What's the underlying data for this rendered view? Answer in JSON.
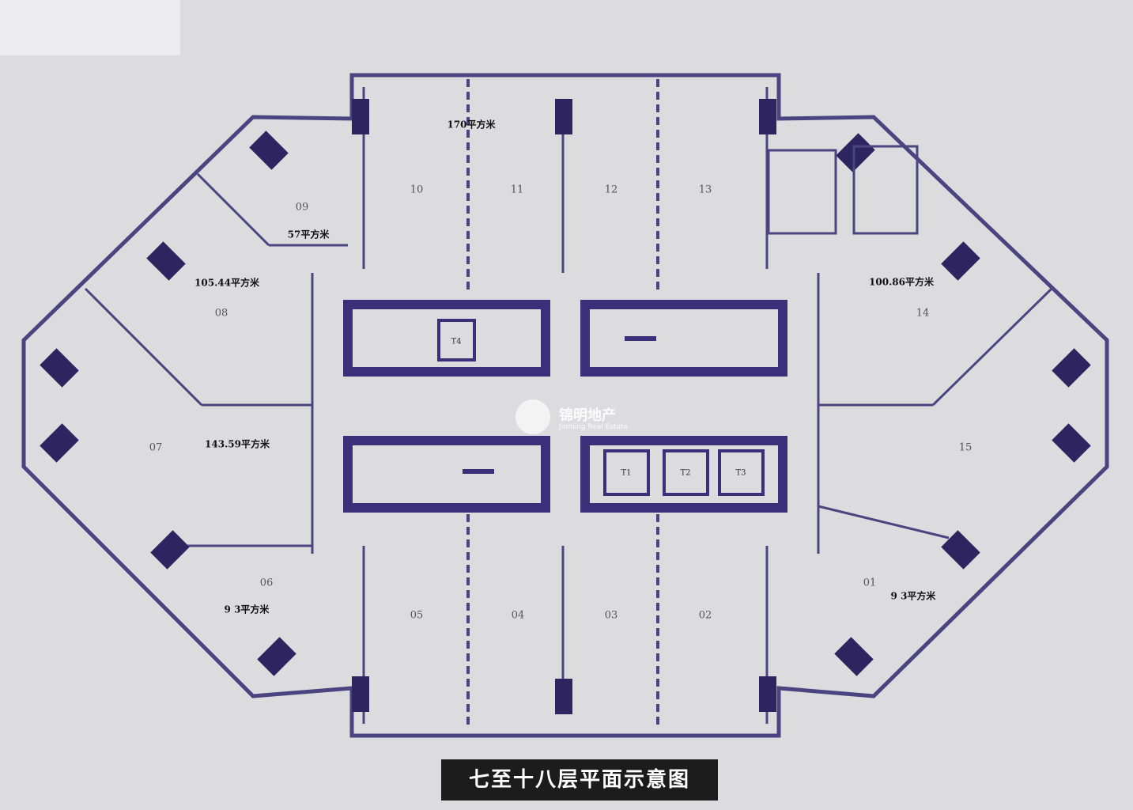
{
  "title": "七至十八层平面示意图",
  "watermark": {
    "cn": "锦明地产",
    "en": "Jinming Real Estate"
  },
  "colors": {
    "wall": "#4a4580",
    "column": "#2e2560",
    "background": "#dcdcde"
  },
  "units": [
    {
      "id": "01",
      "area": "9 3平方米"
    },
    {
      "id": "02"
    },
    {
      "id": "03"
    },
    {
      "id": "04"
    },
    {
      "id": "05"
    },
    {
      "id": "06",
      "area": "9 3平方米"
    },
    {
      "id": "07",
      "area": "143.59平方米"
    },
    {
      "id": "08",
      "area": "105.44平方米"
    },
    {
      "id": "09",
      "area": "57平方米"
    },
    {
      "id": "10"
    },
    {
      "id": "11",
      "area": "170平方米"
    },
    {
      "id": "12"
    },
    {
      "id": "13"
    },
    {
      "id": "14",
      "area": "100.86平方米"
    },
    {
      "id": "15"
    }
  ],
  "elevators": [
    "T1",
    "T2",
    "T3",
    "T4"
  ]
}
